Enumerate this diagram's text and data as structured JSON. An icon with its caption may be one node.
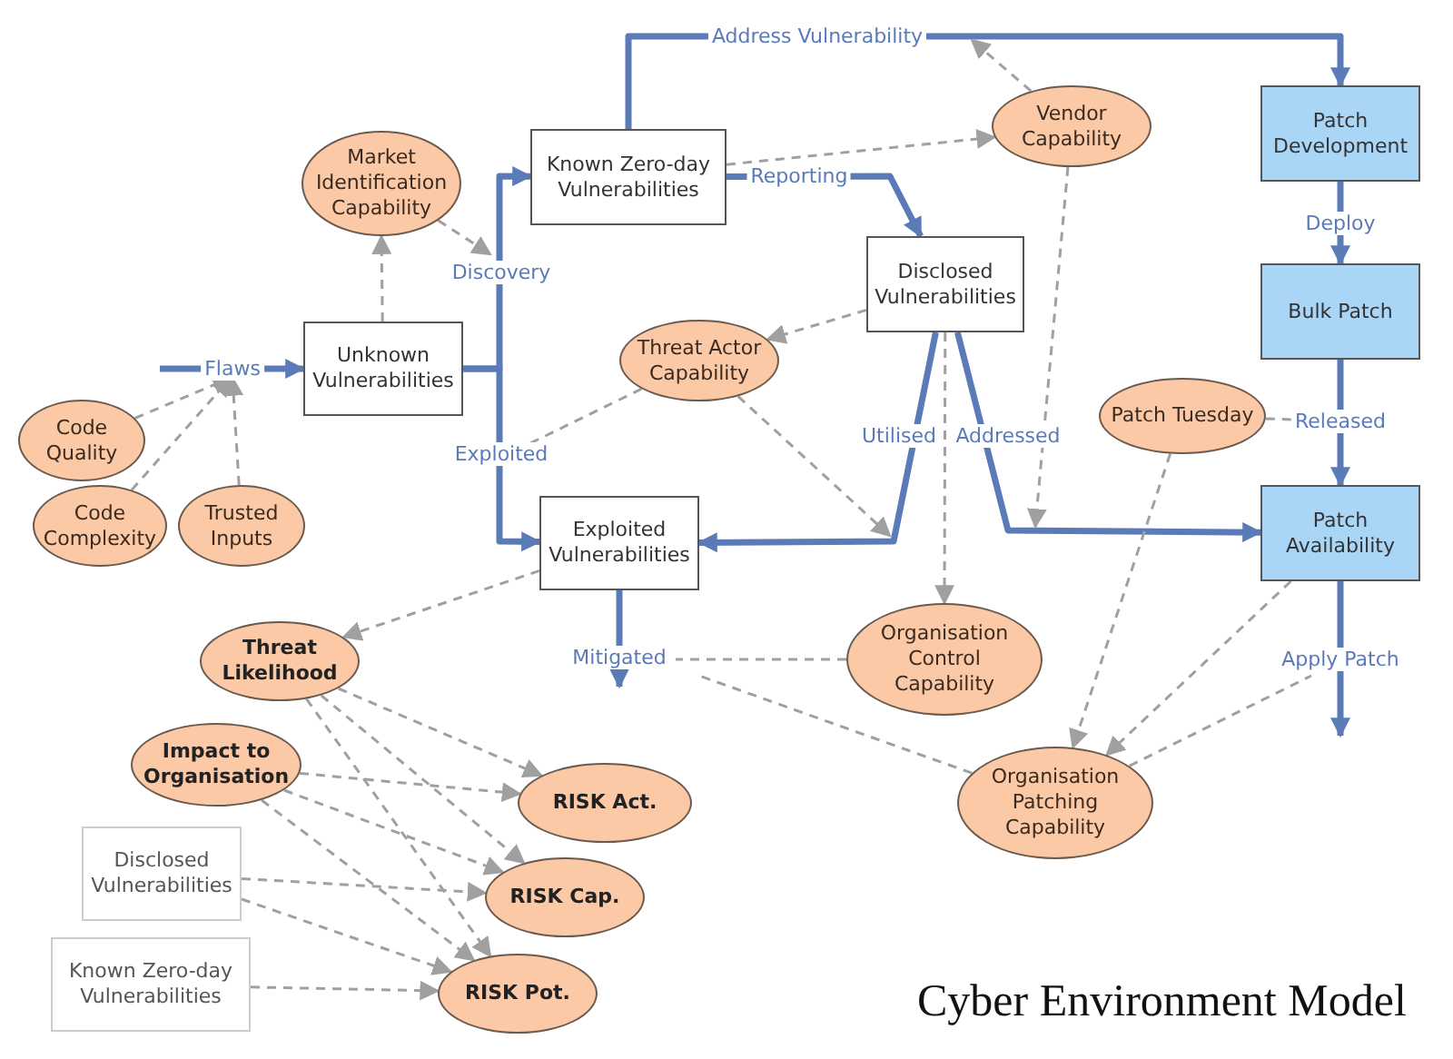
{
  "diagram": {
    "caption": "Cyber Environment Model",
    "nodes": [
      {
        "text": [
          "Unknown Vulnerabilities"
        ]
      },
      {
        "text": [
          "Market Identification Capability"
        ]
      },
      {
        "text": [
          "Known Zero-day Vulnerabilities"
        ]
      },
      {
        "text": [
          "Vendor Capability"
        ]
      },
      {
        "text": [
          "Patch Development"
        ]
      },
      {
        "text": [
          "Disclosed Vulnerabilities"
        ]
      },
      {
        "text": [
          "Threat Actor Capability"
        ]
      },
      {
        "text": [
          "Code Quality"
        ]
      },
      {
        "text": [
          "Code Complexity"
        ]
      },
      {
        "text": [
          "Trusted Inputs"
        ]
      },
      {
        "text": [
          "Bulk Patch"
        ]
      },
      {
        "text": [
          "Patch Tuesday"
        ]
      },
      {
        "text": [
          "Exploited Vulnerabilities"
        ]
      },
      {
        "text": [
          "Patch Availability"
        ]
      },
      {
        "text": [
          "Threat Likelihood"
        ]
      },
      {
        "text": [
          "Organisation Control Capability"
        ]
      },
      {
        "text": [
          "Impact to Organisation"
        ]
      },
      {
        "text": [
          "RISK Act."
        ]
      },
      {
        "text": [
          "Organisation Patching Capability"
        ]
      },
      {
        "text": [
          "Disclosed Vulnerabilities"
        ]
      },
      {
        "text": [
          "RISK Cap."
        ]
      },
      {
        "text": [
          "Known Zero-day Vulnerabilities"
        ]
      },
      {
        "text": [
          "RISK Pot."
        ]
      }
    ],
    "edges": [
      {
        "from": null,
        "to": 0,
        "arrow": "to",
        "label": "Flaws",
        "style": "thick",
        "color": "#5a7ab8"
      },
      {
        "from": 0,
        "to": 2,
        "arrow": "to",
        "label": "Discovery",
        "style": "thick",
        "color": "#5a7ab8"
      },
      {
        "from": 0,
        "to": 12,
        "arrow": "to",
        "label": "Exploited",
        "style": "thick",
        "color": "#5a7ab8"
      },
      {
        "from": 2,
        "to": 4,
        "arrow": "to",
        "label": "Address Vulnerability",
        "style": "thick",
        "color": "#5a7ab8"
      },
      {
        "from": 2,
        "to": 5,
        "arrow": "to",
        "label": "Reporting",
        "style": "thick",
        "color": "#5a7ab8"
      },
      {
        "from": 5,
        "to": 12,
        "arrow": "to",
        "label": "Utilised",
        "style": "thick",
        "color": "#5a7ab8"
      },
      {
        "from": 5,
        "to": 13,
        "arrow": "to",
        "label": "Addressed",
        "style": "thick",
        "color": "#5a7ab8"
      },
      {
        "from": 4,
        "to": 10,
        "arrow": "to",
        "label": "Deploy",
        "style": "thick",
        "color": "#5a7ab8"
      },
      {
        "from": 10,
        "to": 13,
        "arrow": "to",
        "label": "Released",
        "style": "thick",
        "color": "#5a7ab8"
      },
      {
        "from": 12,
        "to": null,
        "arrow": "to",
        "label": "Mitigated",
        "style": "thick",
        "color": "#5a7ab8"
      },
      {
        "from": 13,
        "to": null,
        "arrow": "to",
        "label": "Apply Patch",
        "style": "thick",
        "color": "#5a7ab8"
      },
      {
        "from": 7,
        "to": null,
        "arrow": "to",
        "style": "dashed"
      },
      {
        "from": 8,
        "to": null,
        "arrow": "to",
        "style": "dashed"
      },
      {
        "from": 9,
        "to": null,
        "arrow": "to",
        "style": "dashed"
      },
      {
        "from": 0,
        "to": 1,
        "arrow": "to",
        "style": "dashed"
      },
      {
        "from": 1,
        "to": null,
        "arrow": "to",
        "style": "dashed"
      },
      {
        "from": 2,
        "to": 3,
        "arrow": "to",
        "style": "dashed"
      },
      {
        "from": 3,
        "to": null,
        "arrow": "to",
        "style": "dashed"
      },
      {
        "from": 3,
        "to": null,
        "arrow": "to",
        "style": "dashed"
      },
      {
        "from": 5,
        "to": 6,
        "arrow": "to",
        "style": "dashed"
      },
      {
        "from": 6,
        "to": null,
        "arrow": "none",
        "style": "dashed"
      },
      {
        "from": 6,
        "to": null,
        "arrow": "to",
        "style": "dashed"
      },
      {
        "from": 5,
        "to": 15,
        "arrow": "to",
        "style": "dashed"
      },
      {
        "from": 15,
        "to": null,
        "arrow": "none",
        "style": "dashed"
      },
      {
        "from": 11,
        "to": null,
        "arrow": "none",
        "style": "dashed"
      },
      {
        "from": 11,
        "to": 18,
        "arrow": "to",
        "style": "dashed"
      },
      {
        "from": 13,
        "to": 18,
        "arrow": "to",
        "style": "dashed"
      },
      {
        "from": 18,
        "to": null,
        "arrow": "none",
        "style": "dashed"
      },
      {
        "from": 18,
        "to": null,
        "arrow": "none",
        "style": "dashed"
      },
      {
        "from": 12,
        "to": 14,
        "arrow": "to",
        "style": "dashed"
      },
      {
        "from": 14,
        "to": 17,
        "arrow": "to",
        "style": "dashed"
      },
      {
        "from": 14,
        "to": 20,
        "arrow": "to",
        "style": "dashed"
      },
      {
        "from": 14,
        "to": 22,
        "arrow": "to",
        "style": "dashed"
      },
      {
        "from": 16,
        "to": 17,
        "arrow": "to",
        "style": "dashed"
      },
      {
        "from": 16,
        "to": 20,
        "arrow": "to",
        "style": "dashed"
      },
      {
        "from": 16,
        "to": 22,
        "arrow": "to",
        "style": "dashed"
      },
      {
        "from": 19,
        "to": 20,
        "arrow": "to",
        "style": "dashed"
      },
      {
        "from": 19,
        "to": 22,
        "arrow": "to",
        "style": "dashed"
      },
      {
        "from": 21,
        "to": 22,
        "arrow": "to",
        "style": "dashed"
      }
    ]
  }
}
